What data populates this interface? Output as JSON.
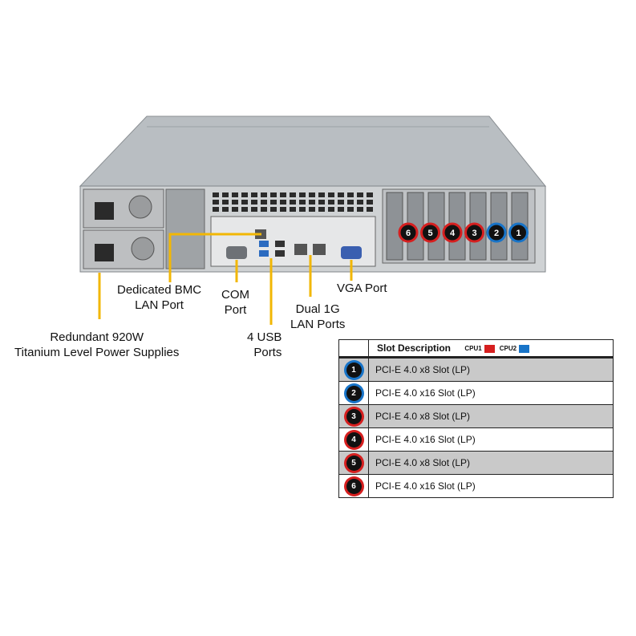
{
  "labels": {
    "bmc": [
      "Dedicated BMC",
      "LAN Port"
    ],
    "com": [
      "COM",
      "Port"
    ],
    "vga": "VGA Port",
    "lan": [
      "Dual 1G",
      "LAN Ports"
    ],
    "usb": [
      "4 USB",
      "Ports"
    ],
    "psu": [
      "Redundant  920W",
      "Titanium  Level  Power Supplies"
    ]
  },
  "colors": {
    "cpu1": "#d61f1f",
    "cpu2": "#1874c8",
    "leader": "#f2b705"
  },
  "chassis_badges": [
    "6",
    "5",
    "4",
    "3",
    "2",
    "1"
  ],
  "table": {
    "header": "Slot Description",
    "legend": {
      "cpu1": "CPU1",
      "cpu2": "CPU2"
    },
    "rows": [
      {
        "num": "1",
        "cpu": "cpu2",
        "desc": "PCI-E  4.0 x8 Slot (LP)"
      },
      {
        "num": "2",
        "cpu": "cpu2",
        "desc": "PCI-E  4.0 x16 Slot (LP)"
      },
      {
        "num": "3",
        "cpu": "cpu1",
        "desc": "PCI-E  4.0 x8 Slot (LP)"
      },
      {
        "num": "4",
        "cpu": "cpu1",
        "desc": "PCI-E  4.0 x16 Slot (LP)"
      },
      {
        "num": "5",
        "cpu": "cpu1",
        "desc": "PCI-E  4.0 x8 Slot (LP)"
      },
      {
        "num": "6",
        "cpu": "cpu1",
        "desc": "PCI-E  4.0 x16 Slot (LP)"
      }
    ]
  }
}
